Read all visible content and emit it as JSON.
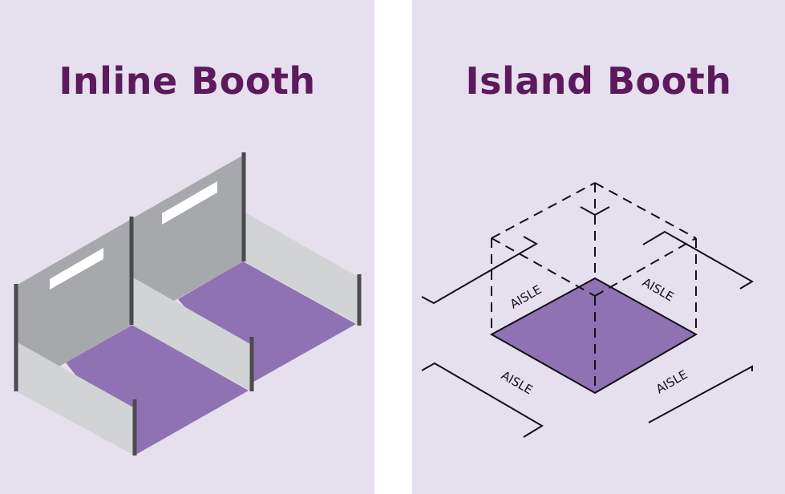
{
  "panels": {
    "inline": {
      "title": "Inline Booth"
    },
    "island": {
      "title": "Island Booth",
      "aisle_labels": [
        "AISLE",
        "AISLE",
        "AISLE",
        "AISLE"
      ]
    }
  },
  "colors": {
    "background": "#e6dfee",
    "title": "#5c1a5c",
    "floor": "#8f72b4",
    "back_wall": "#a6a8ab",
    "side_wall": "#d2d3d5",
    "post": "#4a4a4f",
    "light": "#ffffff",
    "line": "#111111"
  },
  "icons": [
    "inline-booth-illustration",
    "island-booth-illustration"
  ]
}
